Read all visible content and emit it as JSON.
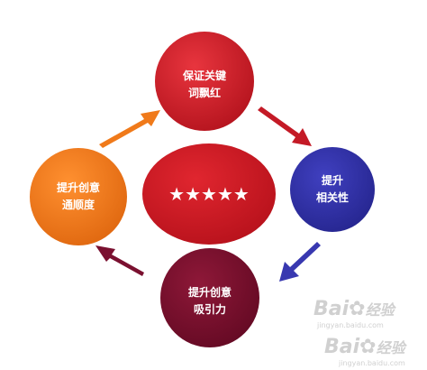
{
  "center": {
    "text": "★★★★★",
    "color": "#cc1f2a"
  },
  "nodes": [
    {
      "id": "top",
      "lines": [
        "保证关键",
        "词飘红"
      ],
      "color": "#cc1f2a"
    },
    {
      "id": "right",
      "lines": [
        "提升",
        "相关性"
      ],
      "color": "#2f2f9e"
    },
    {
      "id": "bottom",
      "lines": [
        "提升创意",
        "吸引力"
      ],
      "color": "#7a1030"
    },
    {
      "id": "left",
      "lines": [
        "提升创意",
        "通顺度"
      ],
      "color": "#f07a1a"
    }
  ],
  "arrows": [
    {
      "from": "top",
      "to": "right",
      "color": "#cc1f2a"
    },
    {
      "from": "right",
      "to": "bottom",
      "color": "#2f2f9e"
    },
    {
      "from": "bottom",
      "to": "left",
      "color": "#7a1030"
    },
    {
      "from": "left",
      "to": "top",
      "color": "#f07a1a"
    }
  ],
  "watermark": {
    "brand": "Bai",
    "suffix": "经验",
    "url": "jingyan.baidu.com"
  }
}
